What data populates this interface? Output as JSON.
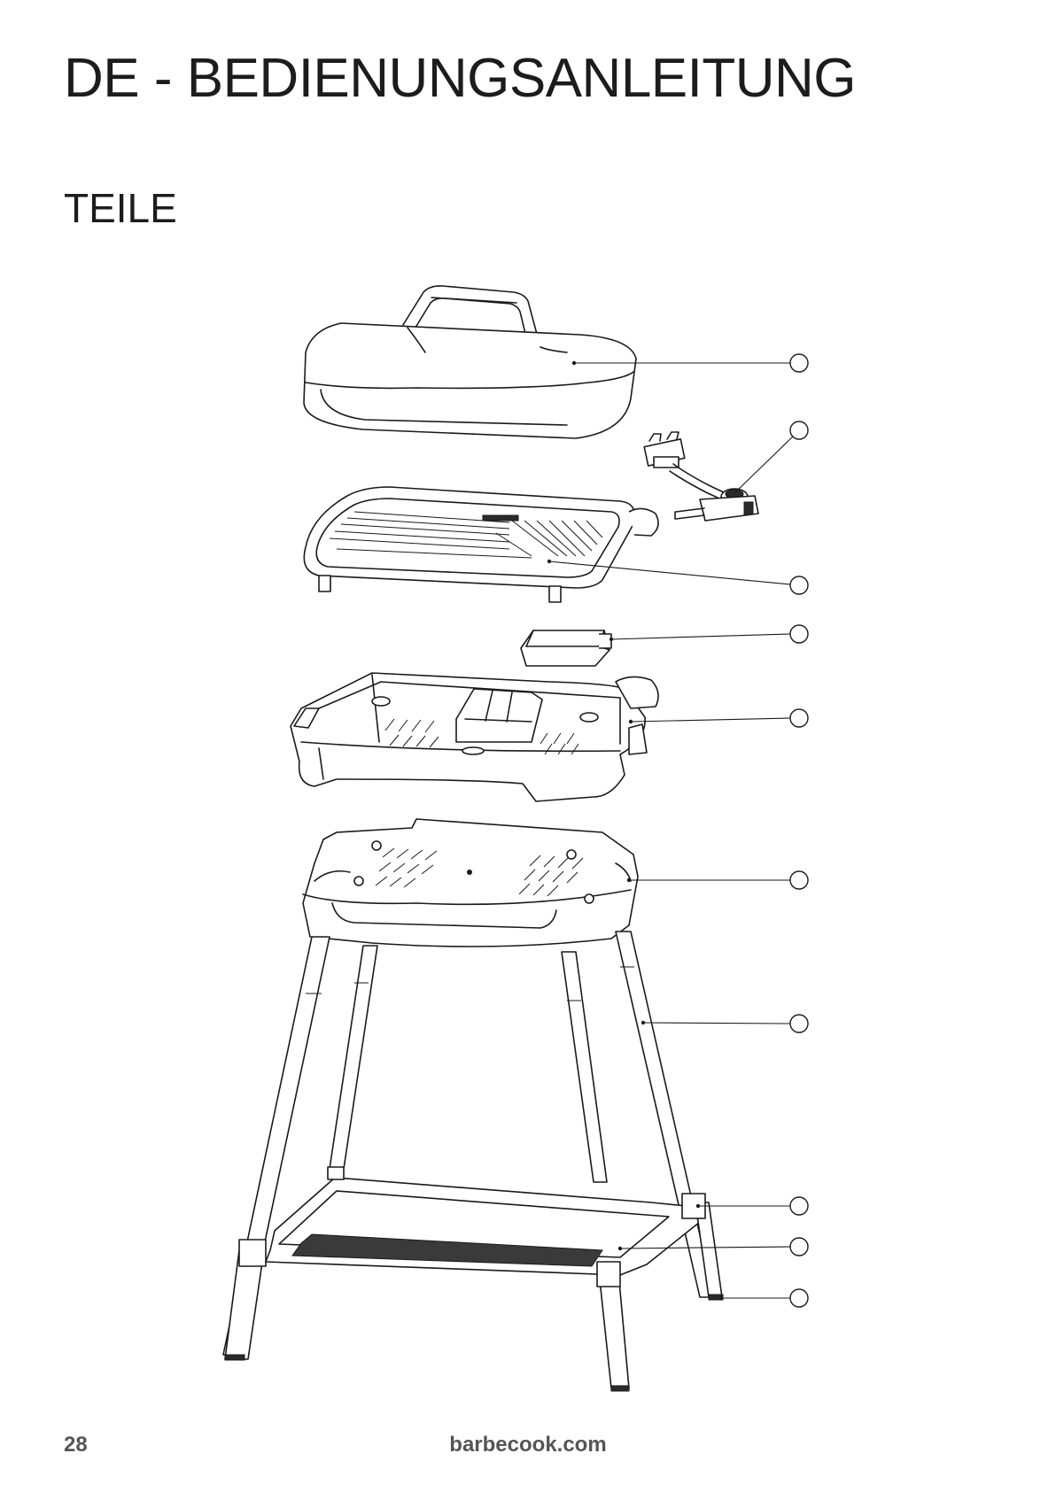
{
  "header": {
    "title": "DE - BEDIENUNGSANLEITUNG",
    "section": "TEILE"
  },
  "diagram": {
    "parts": [
      {
        "id": "lid",
        "callout": ""
      },
      {
        "id": "thermostat-cord",
        "callout": ""
      },
      {
        "id": "grill-plate",
        "callout": ""
      },
      {
        "id": "drip-tray",
        "callout": ""
      },
      {
        "id": "grill-base",
        "callout": ""
      },
      {
        "id": "stand-top",
        "callout": ""
      },
      {
        "id": "leg",
        "callout": ""
      },
      {
        "id": "leg-connector",
        "callout": ""
      },
      {
        "id": "lower-shelf",
        "callout": ""
      },
      {
        "id": "foot-cap",
        "callout": ""
      }
    ]
  },
  "footer": {
    "page_number": "28",
    "website": "barbecook.com"
  }
}
